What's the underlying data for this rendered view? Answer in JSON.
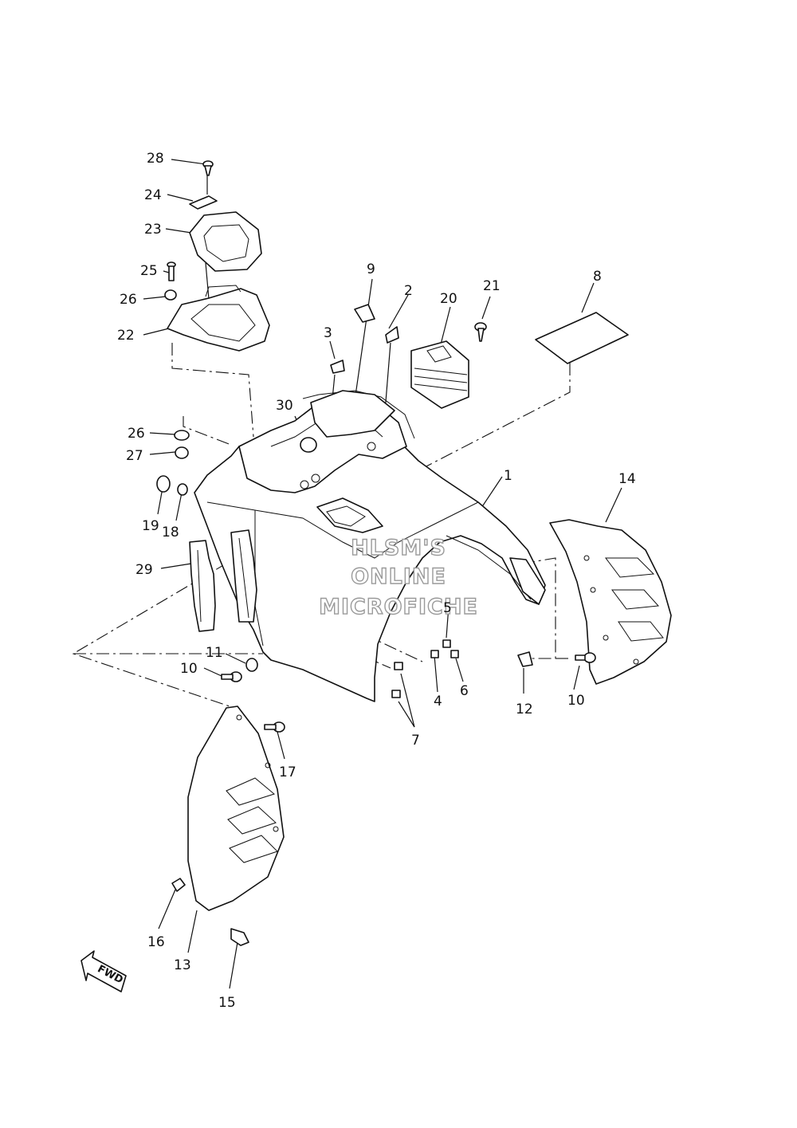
{
  "callouts": {
    "p1": "1",
    "p2": "2",
    "p3": "3",
    "p4": "4",
    "p5": "5",
    "p6": "6",
    "p7": "7",
    "p8": "8",
    "p9": "9",
    "p10a": "10",
    "p10b": "10",
    "p11": "11",
    "p12": "12",
    "p13": "13",
    "p14": "14",
    "p15": "15",
    "p16": "16",
    "p17": "17",
    "p18": "18",
    "p19": "19",
    "p20": "20",
    "p21": "21",
    "p22": "22",
    "p23": "23",
    "p24": "24",
    "p25": "25",
    "p26a": "26",
    "p26b": "26",
    "p27": "27",
    "p28": "28",
    "p29": "29",
    "p30": "30"
  },
  "watermark": {
    "line1": "HLSM'S",
    "line2": "ONLINE",
    "line3": "MICROFICHE"
  },
  "fwd_arrow": "FWD",
  "icons": {
    "fwd": "fwd-arrow-icon"
  },
  "colors": {
    "ink": "#111111",
    "paper": "#ffffff",
    "watermark": "#9a9a9a"
  }
}
